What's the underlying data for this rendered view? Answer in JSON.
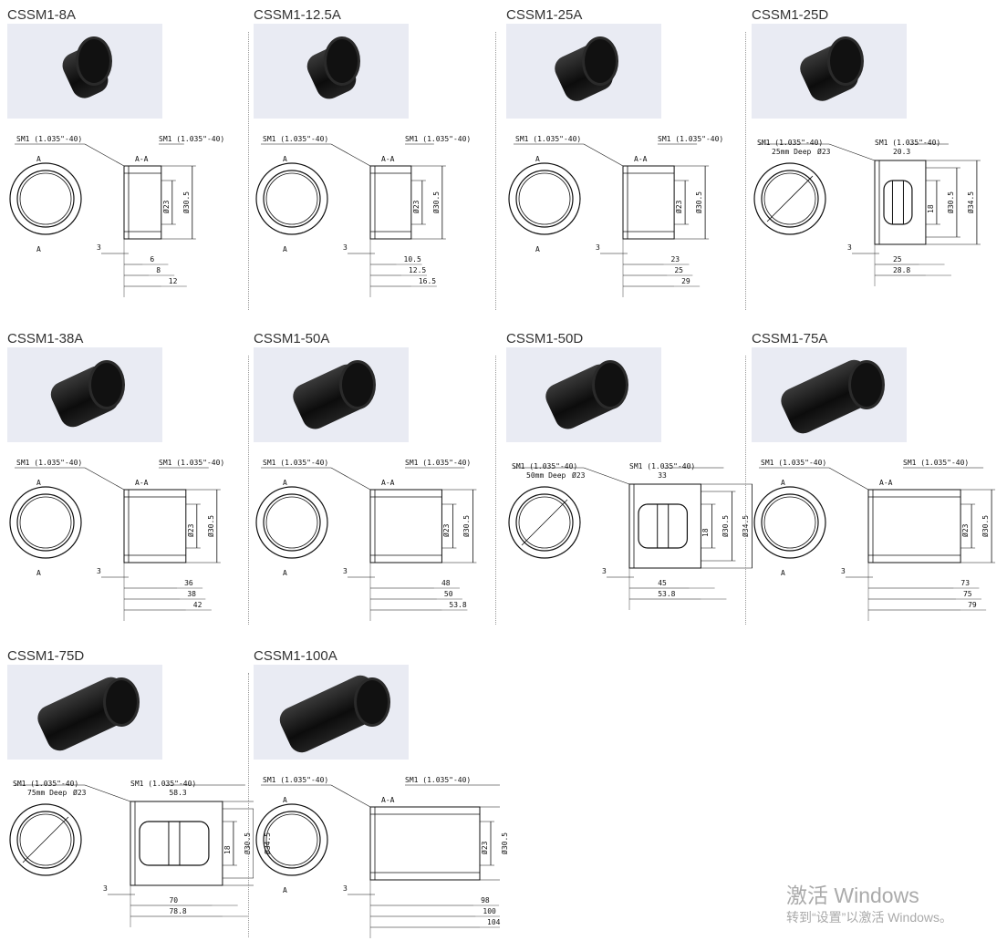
{
  "cards": [
    {
      "title": "CSSM1-8A",
      "thread_left": "SM1 (1.035\"-40)",
      "thread_right": "SM1 (1.035\"-40)",
      "section": "A-A",
      "marker": "A",
      "dia": [
        "Ø23",
        "Ø30.5"
      ],
      "dims": [
        "3",
        "6",
        "8",
        "12"
      ],
      "length": 12,
      "windowed": false
    },
    {
      "title": "CSSM1-12.5A",
      "thread_left": "SM1 (1.035\"-40)",
      "thread_right": "SM1 (1.035\"-40)",
      "section": "A-A",
      "marker": "A",
      "dia": [
        "Ø23",
        "Ø30.5"
      ],
      "dims": [
        "3",
        "10.5",
        "12.5",
        "16.5"
      ],
      "length": 16.5,
      "windowed": false
    },
    {
      "title": "CSSM1-25A",
      "thread_left": "SM1 (1.035\"-40)",
      "thread_right": "SM1 (1.035\"-40)",
      "section": "A-A",
      "marker": "A",
      "dia": [
        "Ø23",
        "Ø30.5"
      ],
      "dims": [
        "3",
        "23",
        "25",
        "29"
      ],
      "length": 29,
      "windowed": false
    },
    {
      "title": "CSSM1-25D",
      "thread_left": "SM1 (1.035\"-40)",
      "thread_right": "SM1 (1.035\"-40)",
      "depth": "25mm Deep",
      "end_dia": "Ø23",
      "top_dim": "20.3",
      "dia": [
        "18",
        "Ø30.5",
        "Ø34.5"
      ],
      "dims": [
        "3",
        "25",
        "28.8"
      ],
      "length": 28.8,
      "windowed": true
    },
    {
      "title": "CSSM1-38A",
      "thread_left": "SM1 (1.035\"-40)",
      "thread_right": "SM1 (1.035\"-40)",
      "section": "A-A",
      "marker": "A",
      "dia": [
        "Ø23",
        "Ø30.5"
      ],
      "dims": [
        "3",
        "36",
        "38",
        "42"
      ],
      "length": 42,
      "windowed": false
    },
    {
      "title": "CSSM1-50A",
      "thread_left": "SM1 (1.035\"-40)",
      "thread_right": "SM1 (1.035\"-40)",
      "section": "A-A",
      "marker": "A",
      "dia": [
        "Ø23",
        "Ø30.5"
      ],
      "dims": [
        "3",
        "48",
        "50",
        "53.8"
      ],
      "length": 53.8,
      "windowed": false
    },
    {
      "title": "CSSM1-50D",
      "thread_left": "SM1 (1.035\"-40)",
      "thread_right": "SM1 (1.035\"-40)",
      "depth": "50mm Deep",
      "end_dia": "Ø23",
      "top_dim": "33",
      "dia": [
        "18",
        "Ø30.5",
        "Ø34.5"
      ],
      "dims": [
        "3",
        "45",
        "53.8"
      ],
      "length": 53.8,
      "windowed": true
    },
    {
      "title": "CSSM1-75A",
      "thread_left": "SM1 (1.035\"-40)",
      "thread_right": "SM1 (1.035\"-40)",
      "section": "A-A",
      "marker": "A",
      "dia": [
        "Ø23",
        "Ø30.5"
      ],
      "dims": [
        "3",
        "73",
        "75",
        "79"
      ],
      "length": 79,
      "windowed": false
    },
    {
      "title": "CSSM1-75D",
      "thread_left": "SM1 (1.035\"-40)",
      "thread_right": "SM1 (1.035\"-40)",
      "depth": "75mm Deep",
      "end_dia": "Ø23",
      "top_dim": "58.3",
      "dia": [
        "18",
        "Ø30.5",
        "Ø34.5"
      ],
      "dims": [
        "3",
        "70",
        "78.8"
      ],
      "length": 78.8,
      "windowed": true
    },
    {
      "title": "CSSM1-100A",
      "thread_left": "SM1 (1.035\"-40)",
      "thread_right": "SM1 (1.035\"-40)",
      "section": "A-A",
      "marker": "A",
      "dia": [
        "Ø23",
        "Ø30.5"
      ],
      "dims": [
        "3",
        "98",
        "100",
        "104"
      ],
      "length": 104,
      "windowed": false
    }
  ],
  "watermark": {
    "title": "激活 Windows",
    "subtitle": "转到“设置”以激活 Windows。"
  }
}
